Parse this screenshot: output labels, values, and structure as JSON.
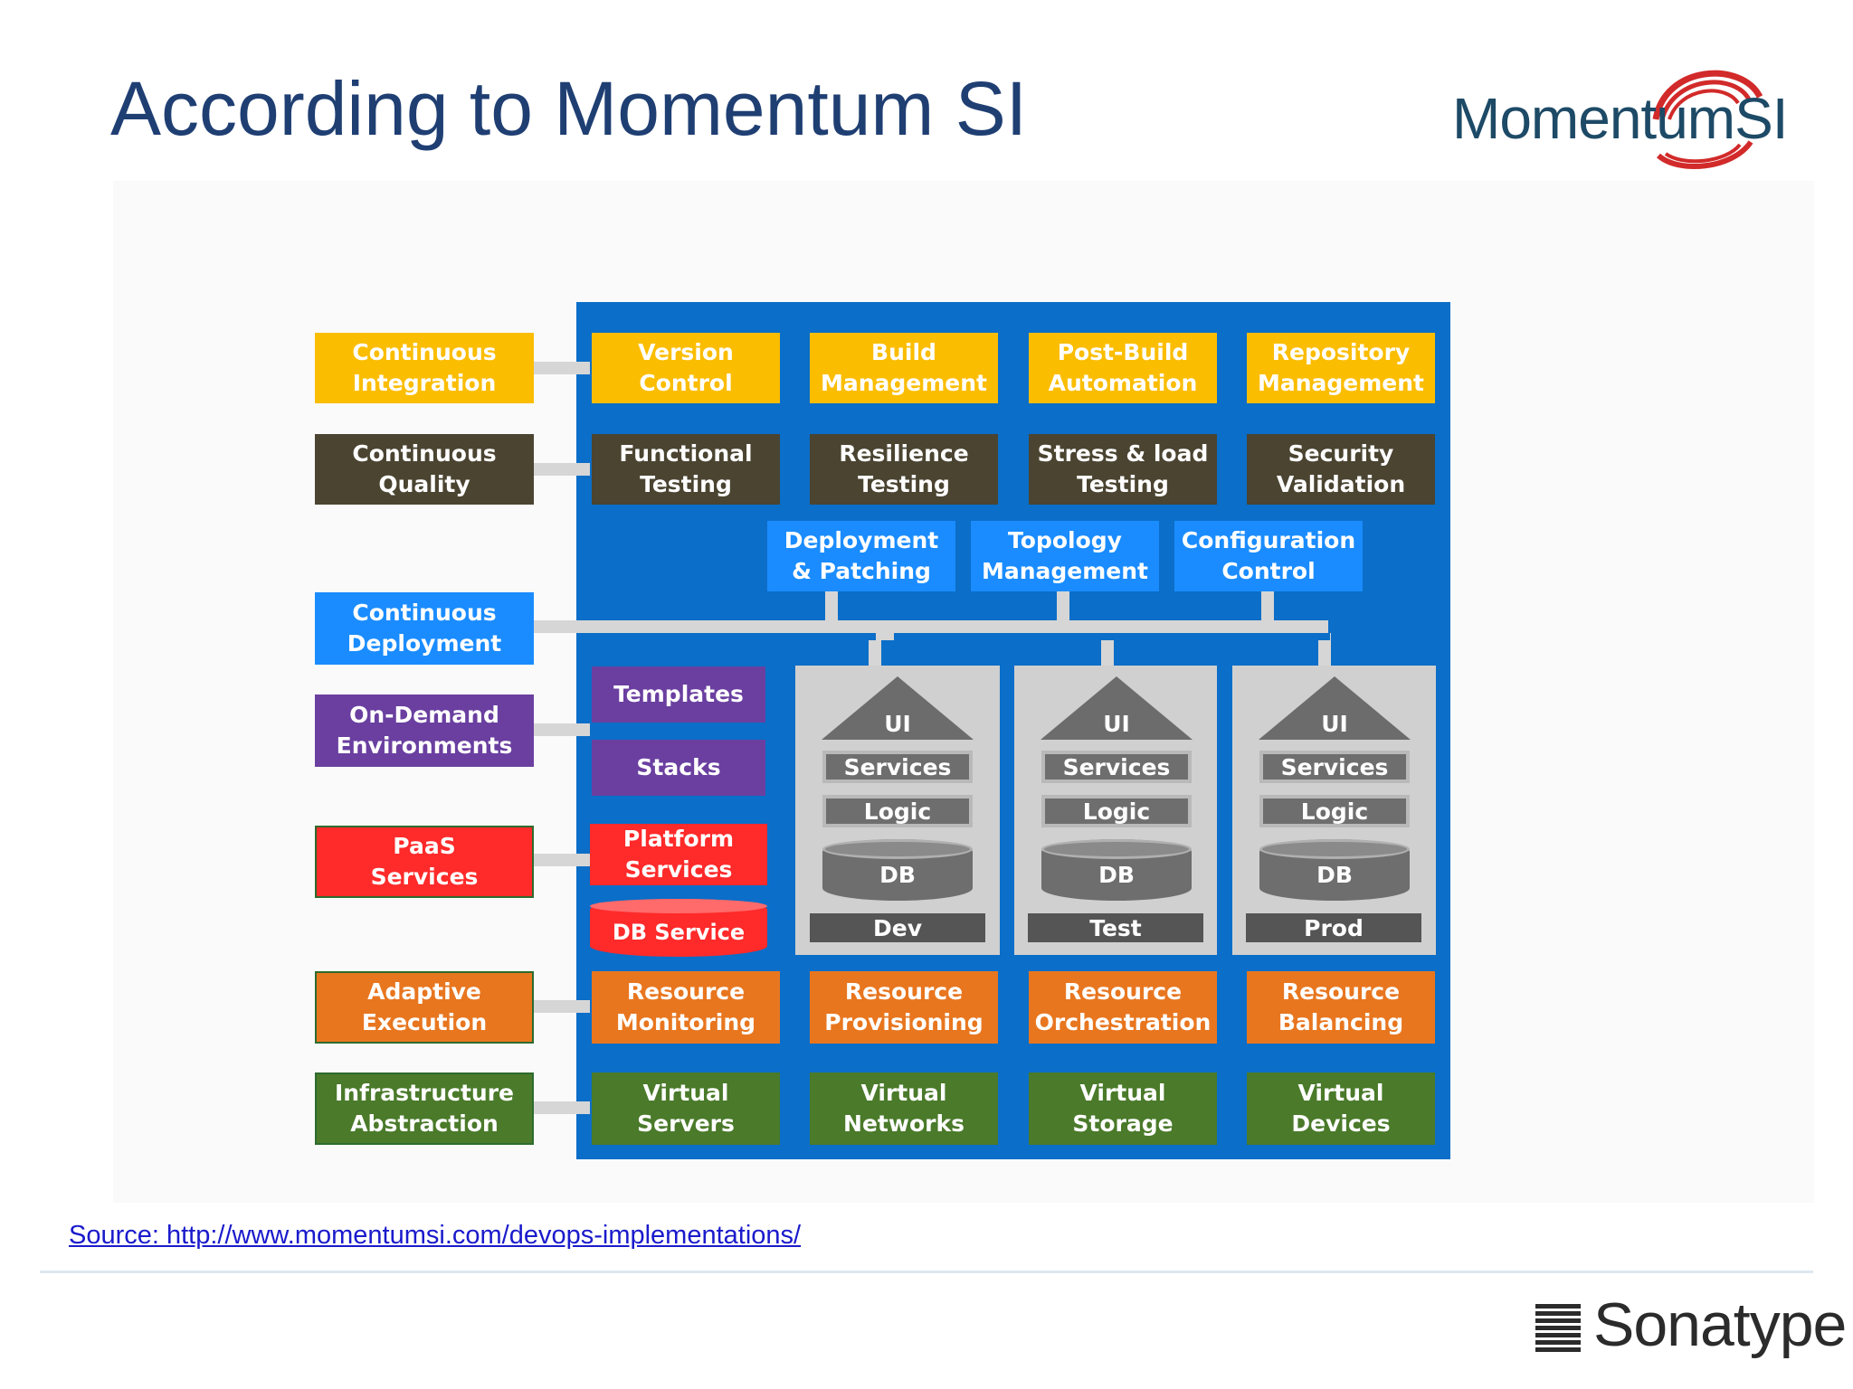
{
  "slide": {
    "title": "According to Momentum SI",
    "source_text": "Source: http://www.momentumsi.com/devops-implementations/",
    "logo_text": "MomentumSI",
    "footer_logo_text": "Sonatype"
  },
  "categories": {
    "ci": "Continuous\nIntegration",
    "cq": "Continuous\nQuality",
    "cd": "Continuous\nDeployment",
    "ode": "On-Demand\nEnvironments",
    "paas": "PaaS\nServices",
    "ae": "Adaptive\nExecution",
    "ia": "Infrastructure\nAbstraction"
  },
  "rows": {
    "ci": [
      "Version\nControl",
      "Build\nManagement",
      "Post-Build\nAutomation",
      "Repository\nManagement"
    ],
    "cq": [
      "Functional\nTesting",
      "Resilience\nTesting",
      "Stress & load\nTesting",
      "Security\nValidation"
    ],
    "cd": [
      "Deployment\n& Patching",
      "Topology\nManagement",
      "Configuration\nControl"
    ],
    "ae": [
      "Resource\nMonitoring",
      "Resource\nProvisioning",
      "Resource\nOrchestration",
      "Resource\nBalancing"
    ],
    "ia": [
      "Virtual\nServers",
      "Virtual\nNetworks",
      "Virtual\nStorage",
      "Virtual\nDevices"
    ]
  },
  "ode_items": [
    "Templates",
    "Stacks"
  ],
  "paas_items": [
    "Platform\nServices",
    "DB Service"
  ],
  "stack_layers": {
    "ui": "UI",
    "services": "Services",
    "logic": "Logic",
    "db": "DB"
  },
  "environments": [
    "Dev",
    "Test",
    "Prod"
  ],
  "colors": {
    "ci": "#fbbd00",
    "cq": "#4a4431",
    "cd": "#1a8cff",
    "ode": "#6a3fa0",
    "paas": "#ff2a2a",
    "ae": "#e8761f",
    "ia": "#4a7a2a",
    "panel": "#0b6ec8",
    "title": "#1f3f73"
  }
}
